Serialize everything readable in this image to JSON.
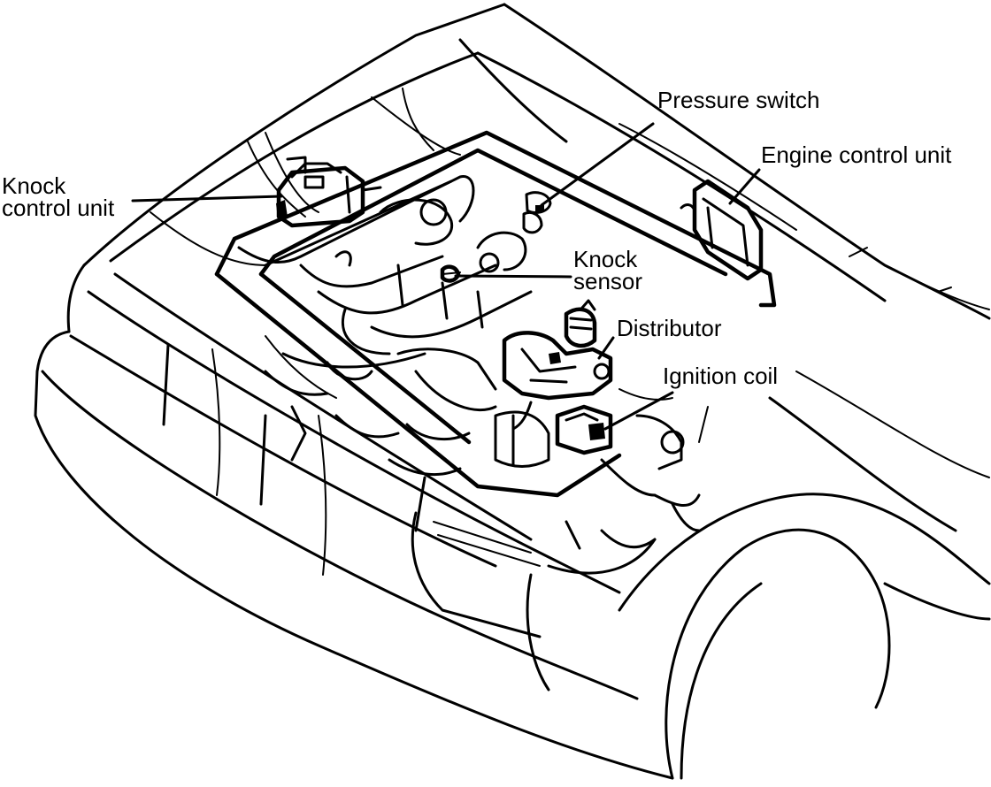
{
  "labels": {
    "knock_control_unit": {
      "line1": "Knock",
      "line2": "control unit"
    },
    "pressure_switch": "Pressure switch",
    "engine_control_unit": "Engine control unit",
    "knock_sensor": {
      "line1": "Knock",
      "line2": "sensor"
    },
    "distributor": "Distributor",
    "ignition_coil": "Ignition coil"
  }
}
